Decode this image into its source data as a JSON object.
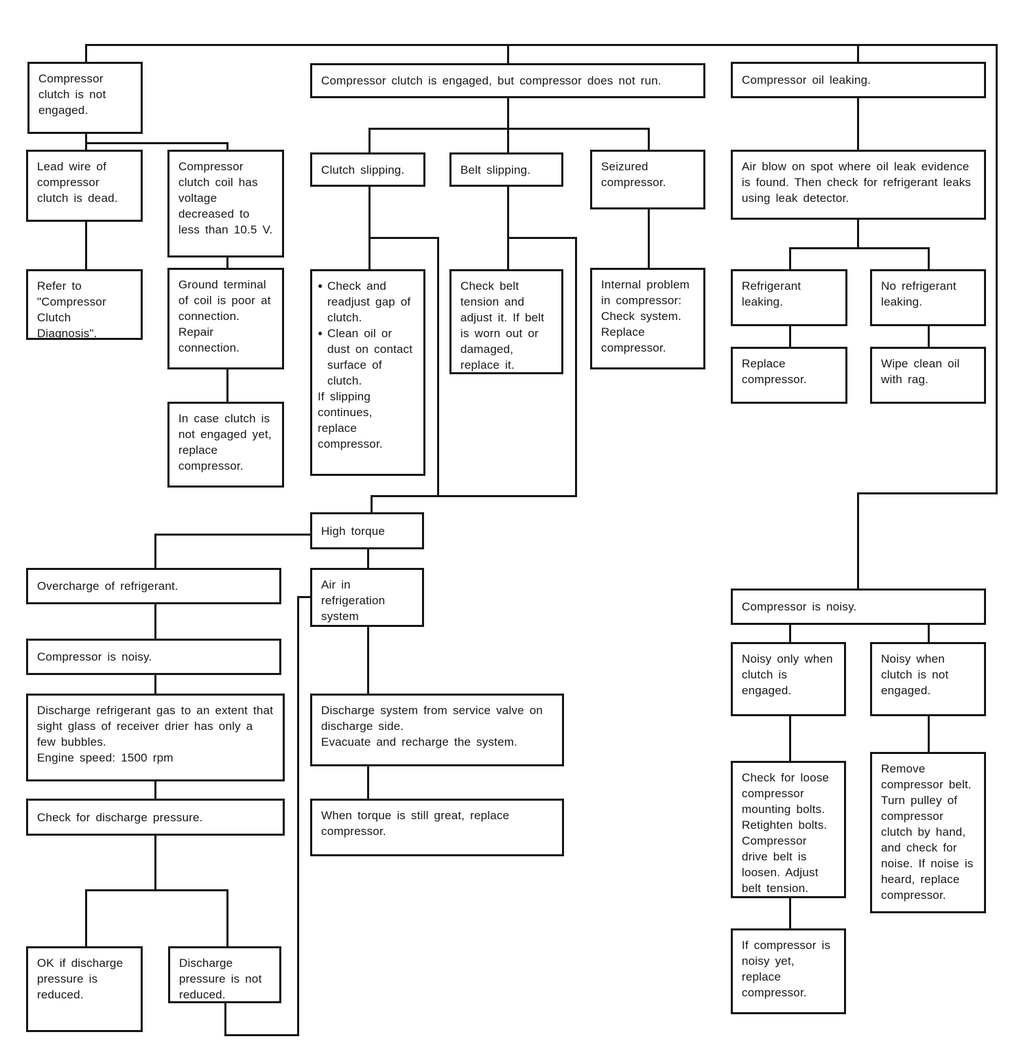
{
  "page": {
    "background": "#ffffff",
    "ink": "#161616"
  },
  "nodes": {
    "clutch_not_engaged": {
      "text": "Compressor clutch is not engaged."
    },
    "lead_wire_dead": {
      "text": "Lead wire of compressor clutch is dead."
    },
    "coil_voltage_low": {
      "text": "Compressor clutch coil has voltage decreased to less than 10.5 V."
    },
    "refer_clutch_diagnosis": {
      "text": "Refer to \"Compressor Clutch Diagnosis\"."
    },
    "ground_terminal_poor": {
      "text": "Ground terminal of coil is poor at connection. Repair connection."
    },
    "replace_if_not_engaged": {
      "text": "In case clutch is not engaged yet, replace compressor."
    },
    "engaged_not_run": {
      "text": "Compressor clutch is engaged, but compressor does not run."
    },
    "clutch_slipping": {
      "text": "Clutch slipping."
    },
    "belt_slipping": {
      "text": "Belt slipping."
    },
    "seizured_compressor": {
      "text": "Seizured compressor."
    },
    "clutch_service": {
      "bullet1": "Check and readjust gap of clutch.",
      "bullet2": "Clean oil or dust on contact surface of clutch.",
      "tail": "If slipping continues, replace compressor."
    },
    "belt_service": {
      "text": "Check belt tension and adjust it. If belt is worn out or damaged, replace it."
    },
    "internal_problem": {
      "text": "Internal problem in compressor: Check system. Replace compressor."
    },
    "oil_leaking": {
      "text": "Compressor oil leaking."
    },
    "air_blow_check": {
      "text": "Air blow on spot where oil leak evidence is found. Then check for refrigerant leaks using leak detector."
    },
    "refrigerant_leaking": {
      "text": "Refrigerant leaking."
    },
    "no_refrigerant_leaking": {
      "text": "No refrigerant leaking."
    },
    "replace_compressor": {
      "text": "Replace compressor."
    },
    "wipe_oil": {
      "text": "Wipe clean oil with rag."
    },
    "high_torque": {
      "text": "High torque"
    },
    "overcharge": {
      "text": "Overcharge of refrigerant."
    },
    "compressor_noisy_left": {
      "text": "Compressor is noisy."
    },
    "discharge_gas": {
      "text": "Discharge refrigerant gas to an extent that sight glass of receiver drier has only a few bubbles.\nEngine speed: 1500 rpm"
    },
    "check_discharge_pressure": {
      "text": "Check for discharge pressure."
    },
    "ok_pressure_reduced": {
      "text": "OK if discharge pressure is reduced."
    },
    "pressure_not_reduced": {
      "text": "Discharge pressure is not reduced."
    },
    "air_in_system": {
      "text": "Air in refrigeration system"
    },
    "discharge_recharge": {
      "text": "Discharge system from service valve on discharge side.\nEvacuate and recharge the system."
    },
    "torque_still_great": {
      "text": "When torque is still great, replace compressor."
    },
    "compressor_noisy_right": {
      "text": "Compressor is noisy."
    },
    "noisy_clutch_engaged": {
      "text": "Noisy only when clutch is engaged."
    },
    "noisy_clutch_not_engaged": {
      "text": "Noisy when clutch is not engaged."
    },
    "check_mounting_bolts": {
      "text": "Check for loose compressor mounting bolts. Retighten bolts. Compressor drive belt is loosen. Adjust belt tension."
    },
    "remove_belt_check": {
      "text": "Remove compressor belt. Turn pulley of compressor clutch by hand, and check for noise. If noise is heard, replace compressor."
    },
    "replace_if_still_noisy": {
      "text": "If compressor is noisy yet, replace compressor."
    }
  }
}
